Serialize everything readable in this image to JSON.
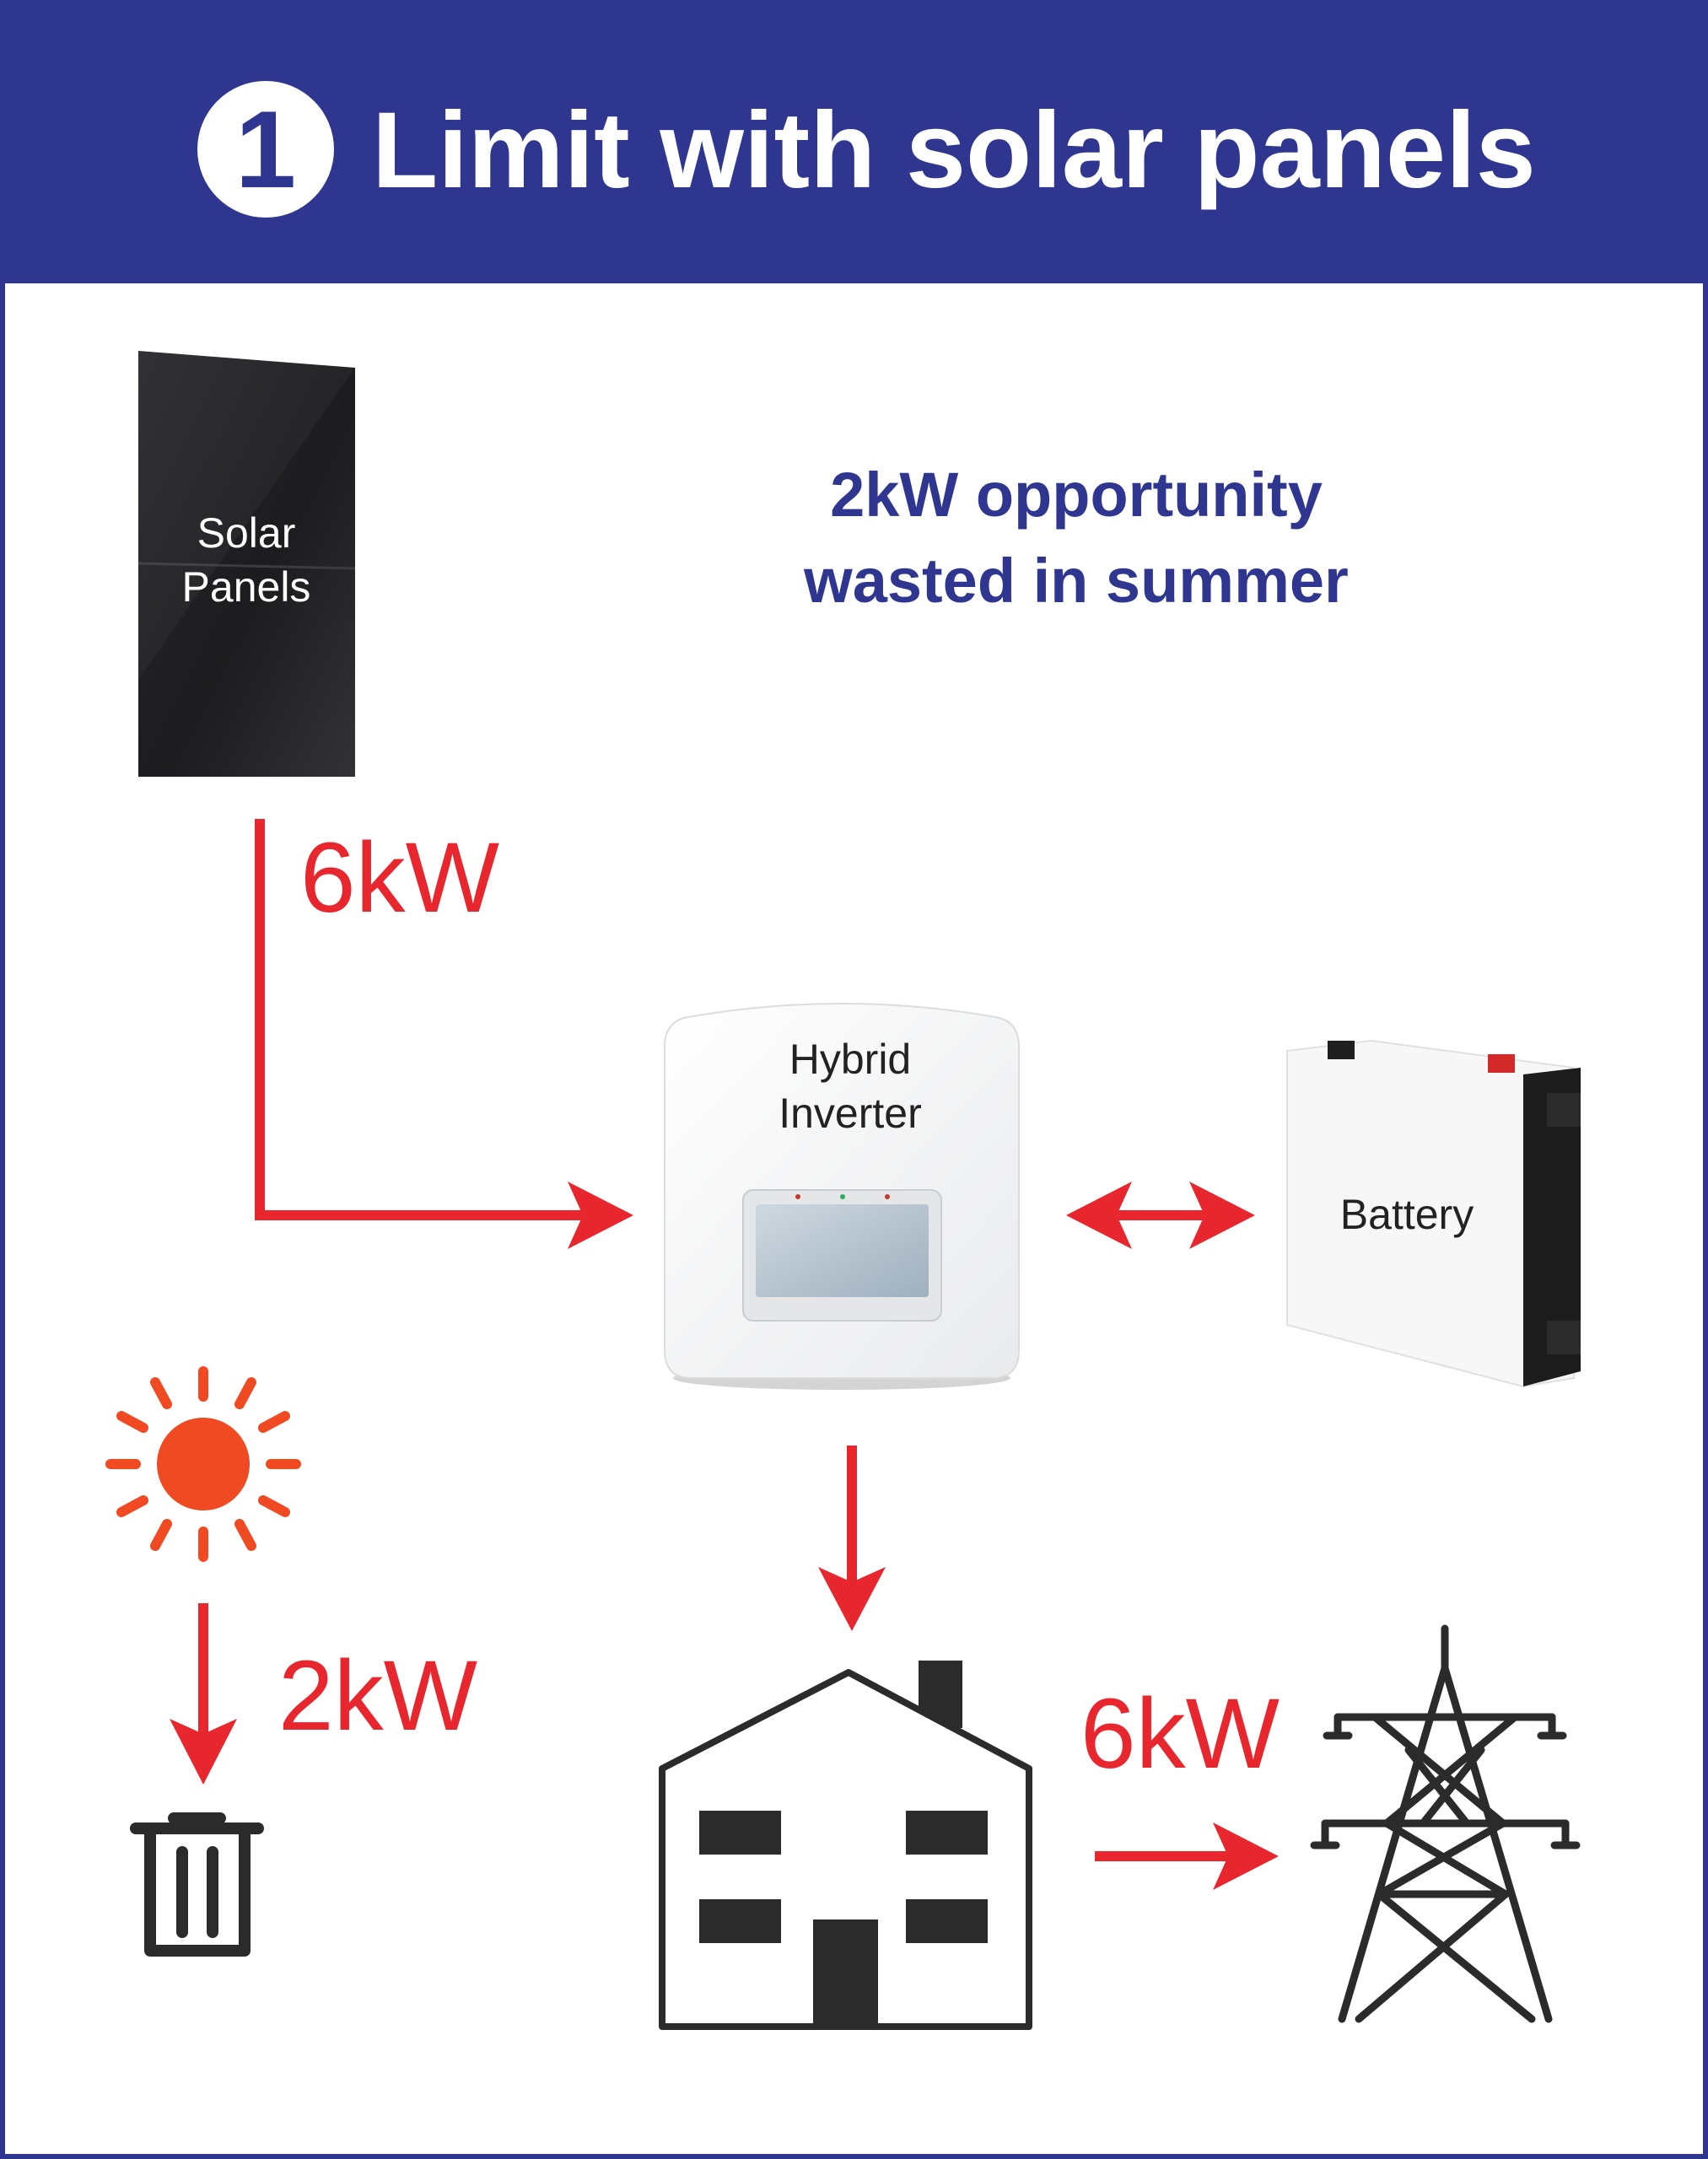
{
  "header": {
    "step_number": "1",
    "title": "Limit with solar panels",
    "background_color": "#2f3690"
  },
  "devices": {
    "solar_panels": "Solar Panels",
    "inverter": "Hybrid Inverter",
    "battery": "Battery"
  },
  "annotation": "2kW opportunity wasted in summer",
  "flows": {
    "solar_to_inverter": "6kW",
    "sun_to_waste": "2kW",
    "house_to_grid": "6kW"
  },
  "colors": {
    "flow_arrow": "#e8262e",
    "sun": "#f04a22",
    "icon": "#2b2b2b",
    "annotation_text": "#2f3690"
  },
  "icons": [
    "solar-panel-icon",
    "inverter-icon",
    "battery-icon",
    "sun-icon",
    "trash-icon",
    "house-icon",
    "pylon-icon"
  ]
}
